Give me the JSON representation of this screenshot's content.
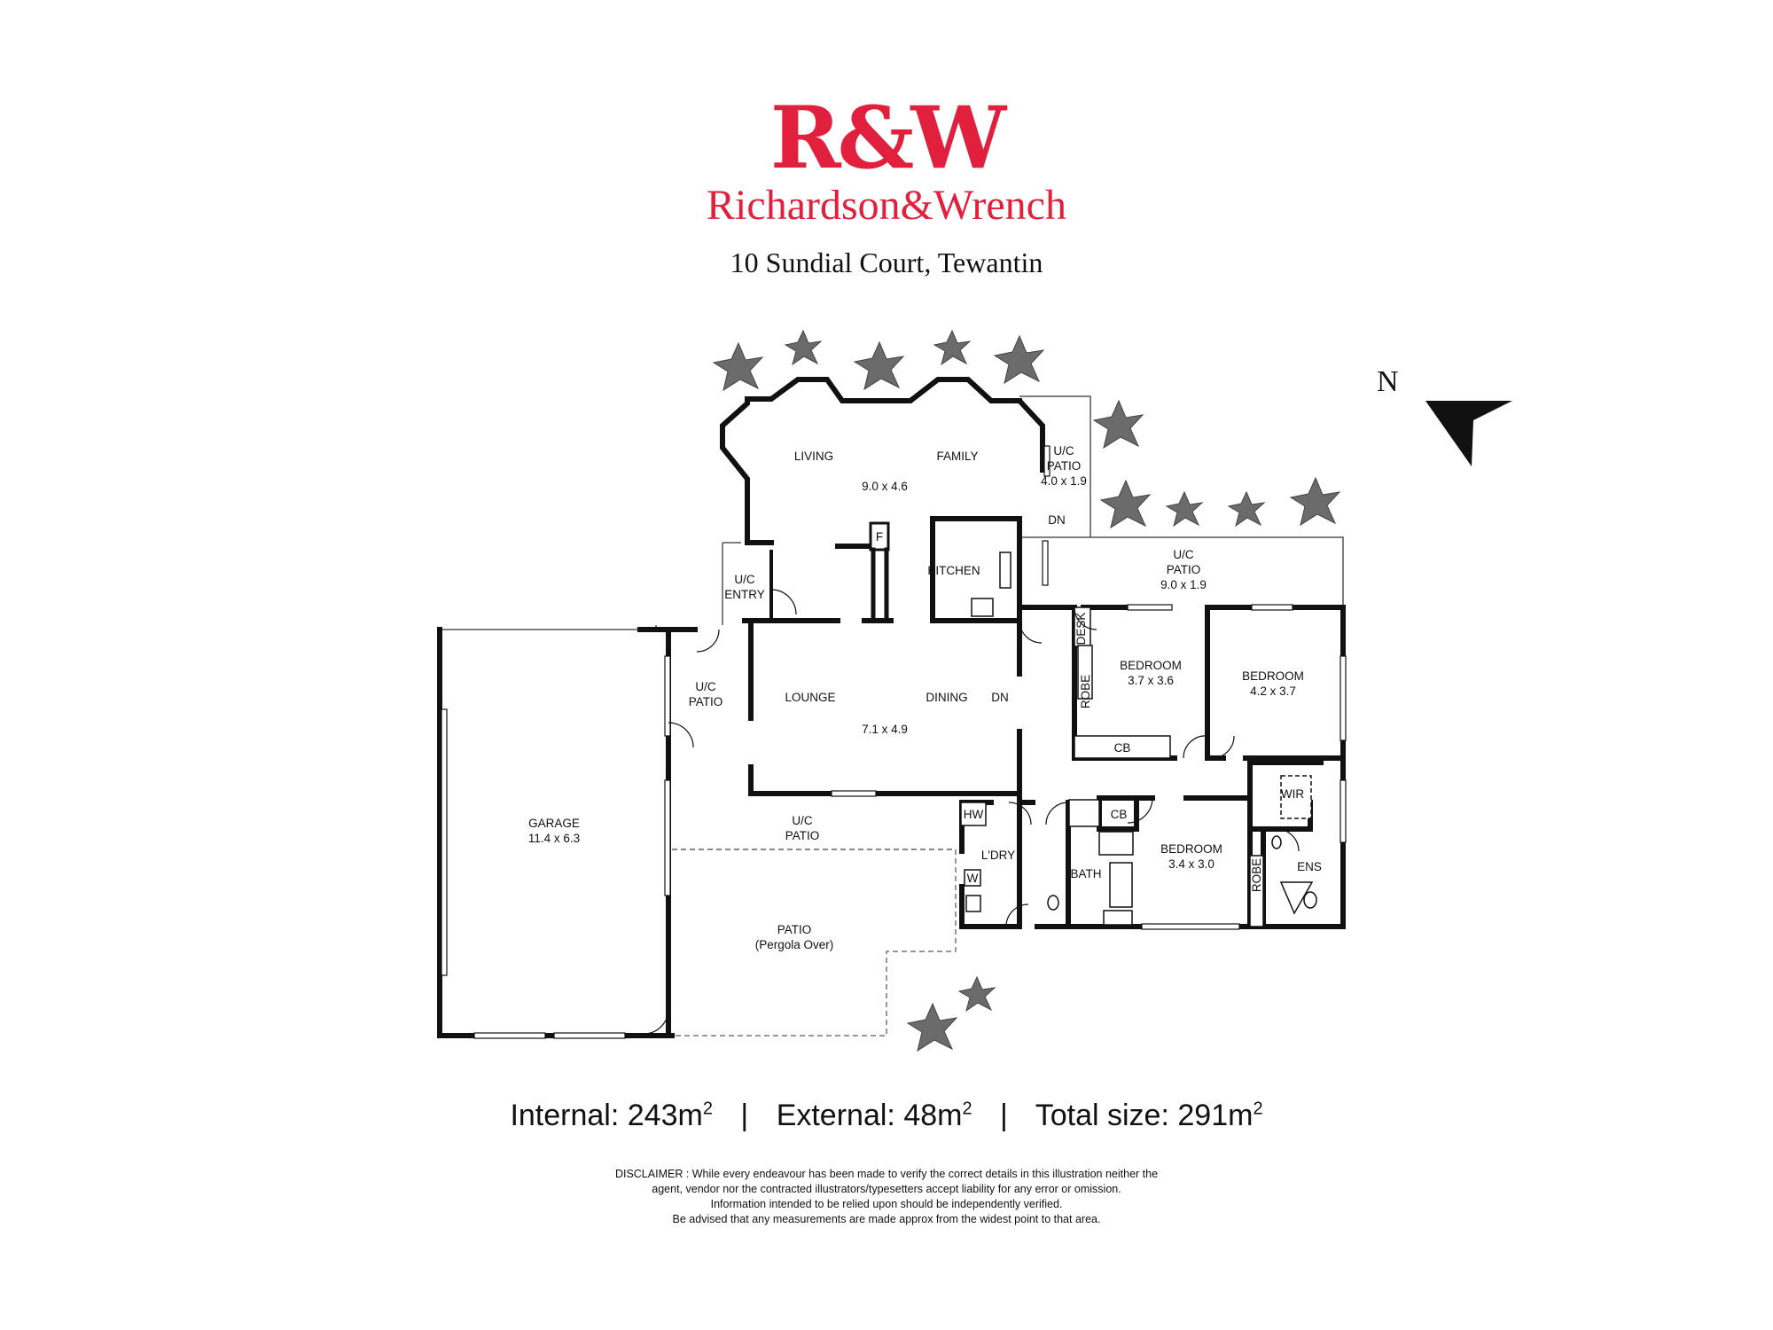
{
  "branding": {
    "logo_text": "R&W",
    "company_name": "Richardson&Wrench",
    "brand_color": "#e0203d"
  },
  "property": {
    "address": "10 Sundial Court, Tewantin"
  },
  "compass": {
    "label": "N"
  },
  "rooms": {
    "living": "LIVING",
    "family": "FAMILY",
    "living_family_size": "9.0 x 4.6",
    "uc_patio_1": "U/C",
    "uc_patio_1b": "PATIO",
    "uc_patio_1_size": "4.0 x 1.9",
    "dn_1": "DN",
    "fridge": "F",
    "kitchen": "KITCHEN",
    "uc_entry_1": "U/C",
    "uc_entry_2": "ENTRY",
    "uc_patio_2": "U/C",
    "uc_patio_2b": "PATIO",
    "uc_patio_2_size": "9.0 x 1.9",
    "desk": "DESK",
    "robe_1": "ROBE",
    "bedroom_1": "BEDROOM",
    "bedroom_1_size": "3.7 x 3.6",
    "cb_1": "CB",
    "bedroom_2": "BEDROOM",
    "bedroom_2_size": "4.2 x 3.7",
    "uc_patio_3": "U/C",
    "uc_patio_3b": "PATIO",
    "lounge": "LOUNGE",
    "dining": "DINING",
    "lounge_dining_size": "7.1 x 4.9",
    "dn_2": "DN",
    "garage": "GARAGE",
    "garage_size": "11.4 x 6.3",
    "uc_patio_4": "U/C",
    "uc_patio_4b": "PATIO",
    "hw": "HW",
    "laundry": "L'DRY",
    "w": "W",
    "cb_2": "CB",
    "bath": "BATH",
    "bedroom_3": "BEDROOM",
    "bedroom_3_size": "3.4 x 3.0",
    "wir": "WIR",
    "robe_2": "ROBE",
    "ens": "ENS",
    "patio": "PATIO",
    "patio_note": "(Pergola Over)"
  },
  "areas": {
    "internal_label": "Internal:",
    "internal_value": "243m",
    "external_label": "External:",
    "external_value": "48m",
    "total_label": "Total size:",
    "total_value": "291m",
    "unit_power": "2",
    "separator": "|"
  },
  "disclaimer": {
    "line1": "DISCLAIMER : While every endeavour has been made to verify the correct details in this illustration neither the",
    "line2": "agent, vendor nor the contracted illustrators/typesetters accept liability for any error or omission.",
    "line3": "Information intended to be relied upon should be independently verified.",
    "line4": "Be advised that any measurements are made approx from the widest point to that area."
  }
}
